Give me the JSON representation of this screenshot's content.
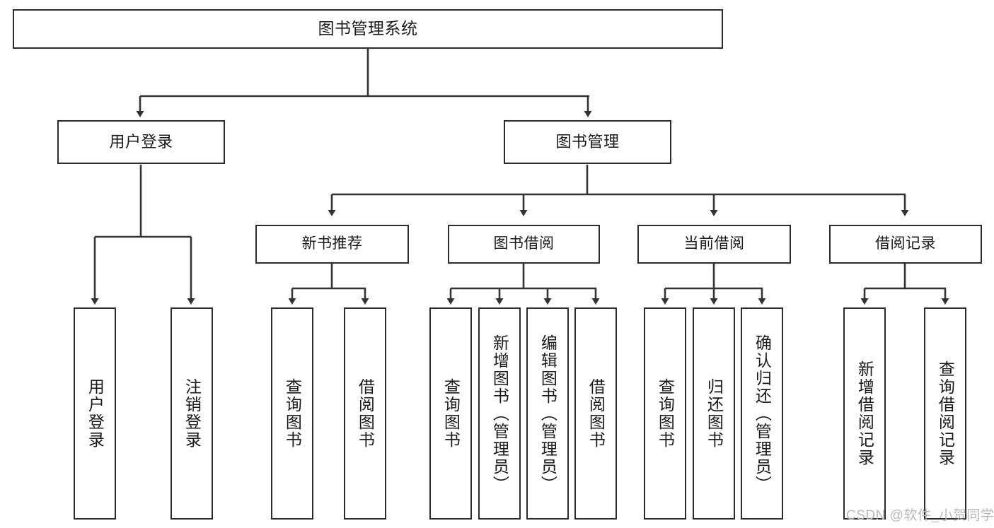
{
  "diagram": {
    "title": "图书管理系统",
    "type": "tree-hierarchy-diagram",
    "root": {
      "id": "root",
      "label": "图书管理系统"
    },
    "level2": [
      {
        "id": "user-login",
        "label": "用户登录"
      },
      {
        "id": "book-manage",
        "label": "图书管理"
      }
    ],
    "level3": [
      {
        "id": "new-book-recommend",
        "label": "新书推荐"
      },
      {
        "id": "book-borrow",
        "label": "图书借阅"
      },
      {
        "id": "current-borrow",
        "label": "当前借阅"
      },
      {
        "id": "borrow-record",
        "label": "借阅记录"
      }
    ],
    "leaves": [
      {
        "id": "leaf-user-login",
        "label": "用户登录"
      },
      {
        "id": "leaf-logout-login",
        "label": "注销登录"
      },
      {
        "id": "leaf-query-book-1",
        "label": "查询图书"
      },
      {
        "id": "leaf-borrow-book-1",
        "label": "借阅图书"
      },
      {
        "id": "leaf-query-book-2",
        "label": "查询图书"
      },
      {
        "id": "leaf-add-book-admin",
        "label": "新增图书（管理员）"
      },
      {
        "id": "leaf-edit-book-admin",
        "label": "编辑图书（管理员）"
      },
      {
        "id": "leaf-borrow-book-2",
        "label": "借阅图书"
      },
      {
        "id": "leaf-query-book-3",
        "label": "查询图书"
      },
      {
        "id": "leaf-return-book",
        "label": "归还图书"
      },
      {
        "id": "leaf-confirm-return-admin",
        "label": "确认归还（管理员）"
      },
      {
        "id": "leaf-add-borrow-record",
        "label": "新增借阅记录"
      },
      {
        "id": "leaf-query-borrow-record",
        "label": "查询借阅记录"
      }
    ],
    "watermark": "CSDN @软件_小贺同学",
    "colors": {
      "box_border": "#2b2b2b",
      "box_fill": "#ffffff",
      "connector": "#333333",
      "text": "#1a1a1a",
      "watermark": "#b9b9b9",
      "background": "#ffffff"
    }
  }
}
